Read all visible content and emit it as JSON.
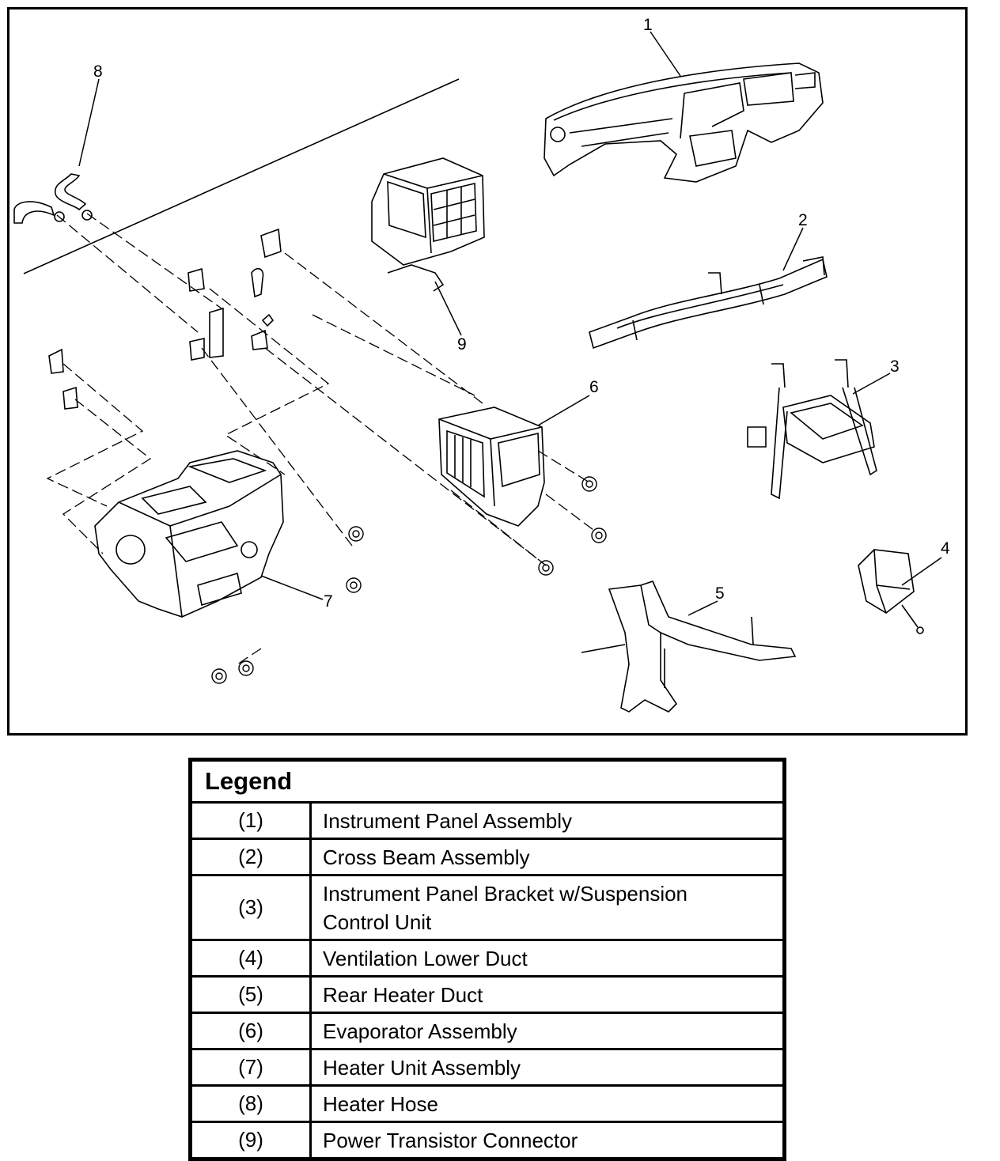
{
  "callouts": [
    "1",
    "2",
    "3",
    "4",
    "5",
    "6",
    "7",
    "8",
    "9"
  ],
  "legend": {
    "title": "Legend",
    "rows": [
      {
        "num": "(1)",
        "desc": "Instrument Panel Assembly"
      },
      {
        "num": "(2)",
        "desc": "Cross Beam Assembly"
      },
      {
        "num": "(3)",
        "desc": "Instrument Panel Bracket w/Suspension",
        "desc2": "Control Unit"
      },
      {
        "num": "(4)",
        "desc": "Ventilation Lower Duct"
      },
      {
        "num": "(5)",
        "desc": "Rear Heater Duct"
      },
      {
        "num": "(6)",
        "desc": "Evaporator Assembly"
      },
      {
        "num": "(7)",
        "desc": "Heater Unit Assembly"
      },
      {
        "num": "(8)",
        "desc": "Heater Hose"
      },
      {
        "num": "(9)",
        "desc": "Power Transistor Connector"
      }
    ]
  }
}
